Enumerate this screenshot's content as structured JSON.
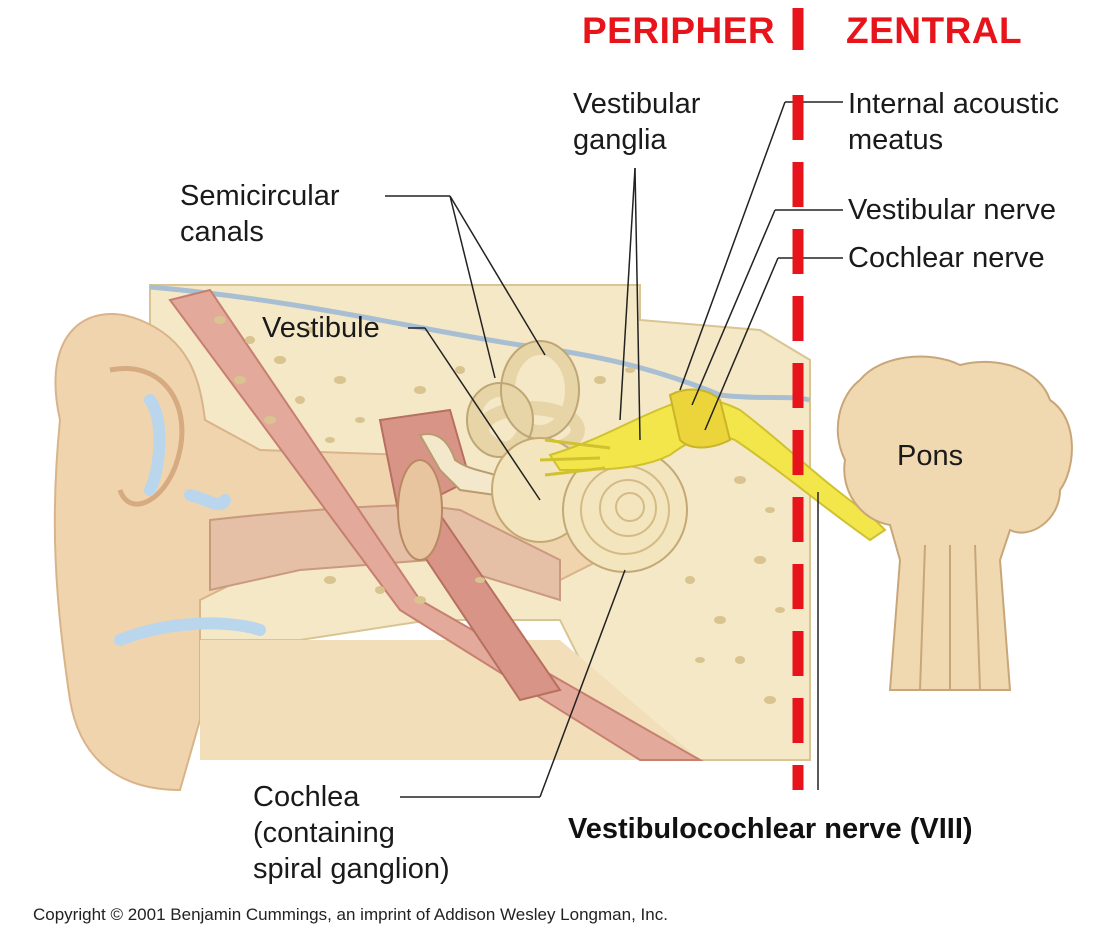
{
  "regions": {
    "left": "PERIPHER",
    "right": "ZENTRAL"
  },
  "labels": {
    "vestibular_ganglia": [
      "Vestibular",
      "ganglia"
    ],
    "internal_acoustic_meatus": [
      "Internal acoustic",
      "meatus"
    ],
    "semicircular_canals": [
      "Semicircular",
      "canals"
    ],
    "vestibular_nerve": "Vestibular nerve",
    "cochlear_nerve": "Cochlear nerve",
    "vestibule": "Vestibule",
    "pons": "Pons",
    "cochlea": [
      "Cochlea",
      "(containing",
      "spiral ganglion)"
    ],
    "vestibulocochlear_nerve": "Vestibulocochlear nerve (VIII)"
  },
  "copyright": "Copyright © 2001 Benjamin Cummings, an imprint of Addison Wesley Longman, Inc.",
  "colors": {
    "divider": "#e8141b",
    "nerve": "#f2e64a",
    "bone": "#f3e6c4",
    "skin": "#f0d9b5",
    "canal": "#e9c7b0",
    "fluid": "#b9d8ee"
  }
}
